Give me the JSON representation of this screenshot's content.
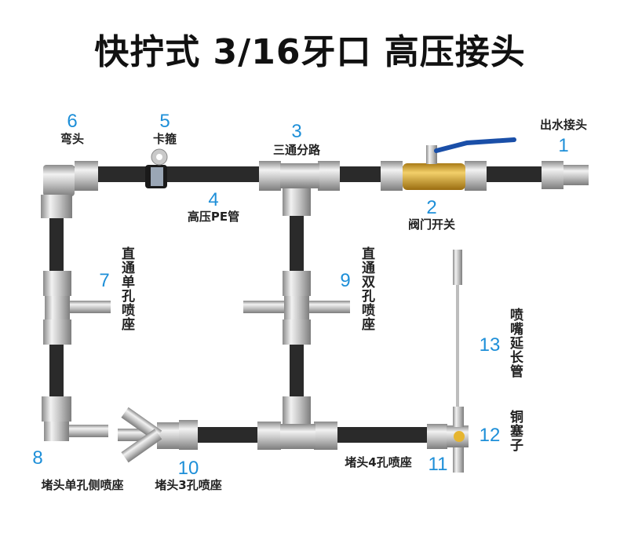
{
  "title": "快拧式 3/16牙口 高压接头",
  "parts": [
    {
      "num": "1",
      "label": "出水接头"
    },
    {
      "num": "2",
      "label": "阀门开关"
    },
    {
      "num": "3",
      "label": "三通分路"
    },
    {
      "num": "4",
      "label": "高压PE管"
    },
    {
      "num": "5",
      "label": "卡箍"
    },
    {
      "num": "6",
      "label": "弯头"
    },
    {
      "num": "7",
      "label": "直通单孔喷座"
    },
    {
      "num": "8",
      "label": "堵头单孔侧喷座"
    },
    {
      "num": "9",
      "label": "直通双孔喷座"
    },
    {
      "num": "10",
      "label": "堵头3孔喷座"
    },
    {
      "num": "11",
      "label": "堵头4孔喷座"
    },
    {
      "num": "12",
      "label": "铜塞子"
    },
    {
      "num": "13",
      "label": "喷嘴延长管"
    }
  ],
  "colors": {
    "accent": "#1e8fd8",
    "pipe": "#2a2a2a",
    "steel": "#c9c9c9",
    "brass": "#d9a830",
    "handle": "#1a4fa8"
  }
}
